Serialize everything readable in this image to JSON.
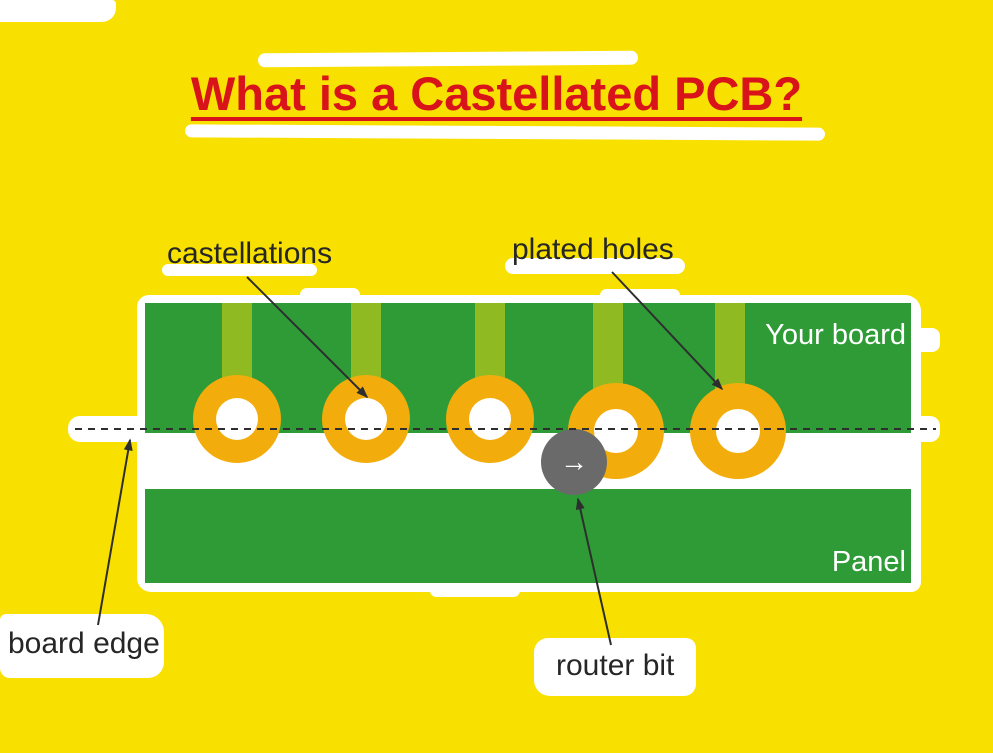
{
  "title": {
    "text": "What is a Castellated PCB?"
  },
  "diagram": {
    "board_label": "Your board",
    "panel_label": "Panel",
    "annotations": {
      "castellations": "castellations",
      "plated_holes": "plated holes",
      "board_edge": "board edge",
      "router_bit": "router bit"
    },
    "router_arrow_glyph": "→",
    "pad_count": 5
  },
  "colors": {
    "background": "#f8e000",
    "board_green": "#2e9b37",
    "trace_green": "#8fba22",
    "pad_orange": "#f2ad0d",
    "pad_hole": "#ffffff",
    "router_gray": "#6a6a6a",
    "title_red": "#d8131a",
    "label_text": "#262626",
    "line_dark": "#2e2e2e"
  }
}
